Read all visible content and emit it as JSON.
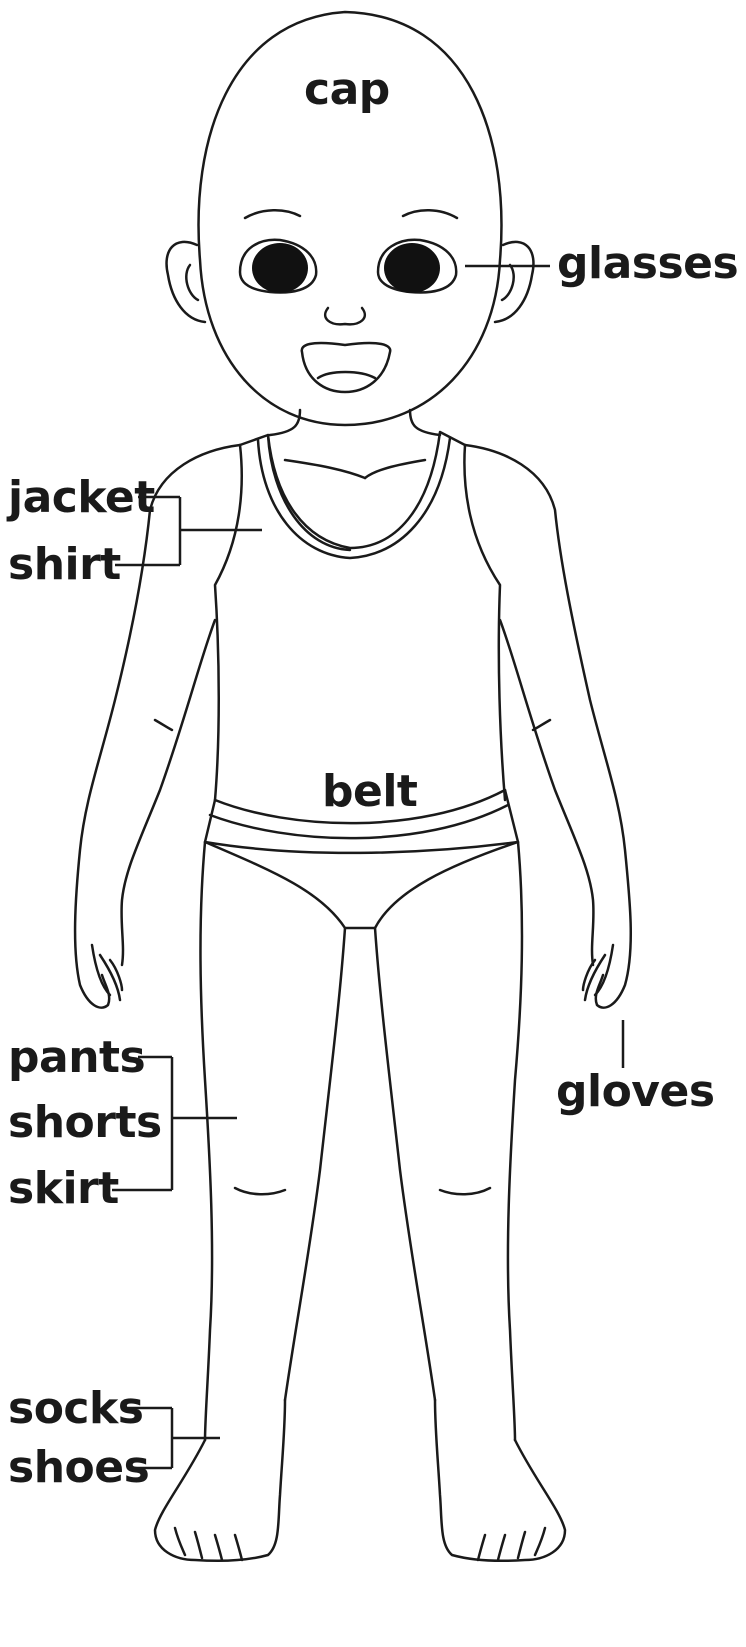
{
  "labels": {
    "cap": "cap",
    "glasses": "glasses",
    "jacket": "jacket",
    "shirt": "shirt",
    "belt": "belt",
    "pants": "pants",
    "shorts": "shorts",
    "skirt": "skirt",
    "gloves": "gloves",
    "socks": "socks",
    "shoes": "shoes"
  },
  "colors": {
    "ink": "#1a1a1a",
    "background": "#ffffff",
    "pupil": "#111111"
  }
}
